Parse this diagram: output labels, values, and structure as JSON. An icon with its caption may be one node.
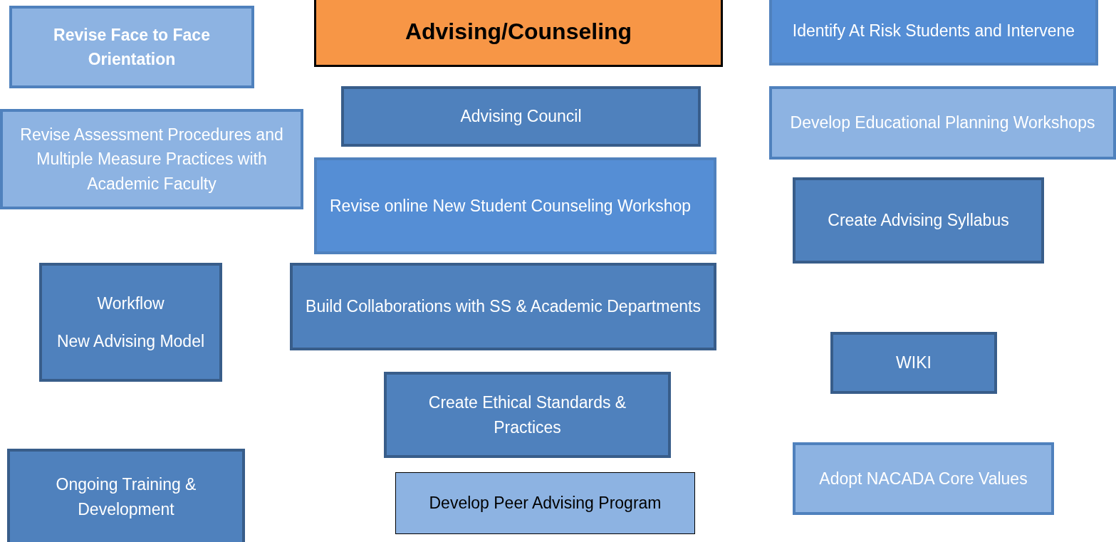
{
  "diagram": {
    "nodes": [
      {
        "text": [
          "Advising/Counseling"
        ]
      },
      {
        "text": [
          "Revise Face to Face Orientation"
        ]
      },
      {
        "text": [
          "Revise Assessment Procedures and Multiple Measure Practices with Academic Faculty"
        ]
      },
      {
        "text": [
          "Workflow",
          "New Advising Model"
        ]
      },
      {
        "text": [
          "Ongoing Training & Development"
        ]
      },
      {
        "text": [
          "Advising Council"
        ]
      },
      {
        "text": [
          "Revise online New Student Counseling Workshop"
        ]
      },
      {
        "text": [
          "Build Collaborations with SS & Academic Departments"
        ]
      },
      {
        "text": [
          "Create Ethical Standards & Practices"
        ]
      },
      {
        "text": [
          "Develop Peer Advising Program"
        ]
      },
      {
        "text": [
          "Identify At Risk Students and Intervene"
        ]
      },
      {
        "text": [
          "Develop Educational Planning Workshops"
        ]
      },
      {
        "text": [
          "Create Advising Syllabus"
        ]
      },
      {
        "text": [
          "WIKI"
        ]
      },
      {
        "text": [
          "Adopt NACADA Core Values"
        ]
      }
    ]
  }
}
